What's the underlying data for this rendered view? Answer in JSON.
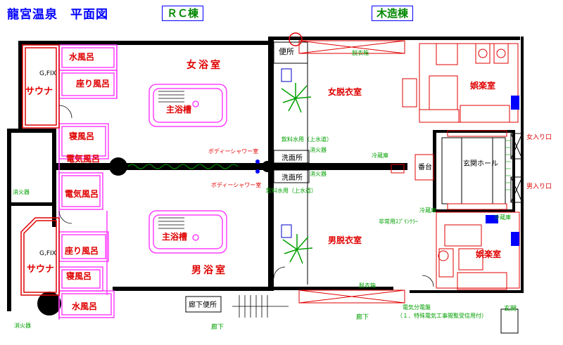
{
  "title": "龍宮温泉　平面図",
  "sections": {
    "rc": "ＲＣ棟",
    "wood": "木造棟"
  },
  "rooms": {
    "mizuburo_top": "水風呂",
    "zaburo_top": "座り風呂",
    "sauna_top": "サウナ",
    "gfix_top": "G,FIX",
    "neburo_top": "寝風呂",
    "denkiburo_top": "電気風呂",
    "denkiburo_bottom": "電気風呂",
    "zaburo_bottom": "座り風呂",
    "sauna_bottom": "サウナ",
    "gfix_bottom": "G,FIX",
    "neburo_bottom": "寝風呂",
    "mizuburo_bottom": "水風呂",
    "women_bath": "女浴室",
    "men_bath": "男浴室",
    "main_tub_top": "主浴槽",
    "main_tub_bottom": "主浴槽",
    "women_dressing": "女脱衣室",
    "men_dressing": "男脱衣室",
    "toilet": "便所",
    "wash_top": "洗面所",
    "wash_bottom": "洗面所",
    "lounge_top": "娯楽室",
    "lounge_bottom": "娯楽室",
    "bandai": "番台",
    "entrance_hall": "玄関ホール",
    "women_entrance": "女入り口",
    "men_entrance": "男入り口",
    "corridor_toilet": "廊下便所",
    "corridor_left": "廊下",
    "corridor_right": "廊下",
    "porch": "玄関"
  },
  "annotations": {
    "shoukaki_left": "消火器",
    "shoukaki_bottom": "消火器",
    "shoukaki_mid_top": "消火器",
    "shoukaki_mid_bottom": "消火器",
    "body_shower_top": "ボディーシャワー室",
    "body_shower_bottom": "ボディーシャワー室",
    "drinking_top": "飲料水用（上水道）",
    "drinking_bottom": "飲料水用（上水道）",
    "datsui_top": "脱衣箱",
    "datsui_bottom": "脱衣箱",
    "freezer": "冷蔵庫",
    "reizouko": "冷蔵庫",
    "cooler": "冷蔵庫",
    "emergency": "非常用ｽﾌﾟﾘﾝｸﾗｰ",
    "panel": "電気分電盤",
    "panel_note": "（１．特殊電気工事閲覧受信用付）"
  }
}
